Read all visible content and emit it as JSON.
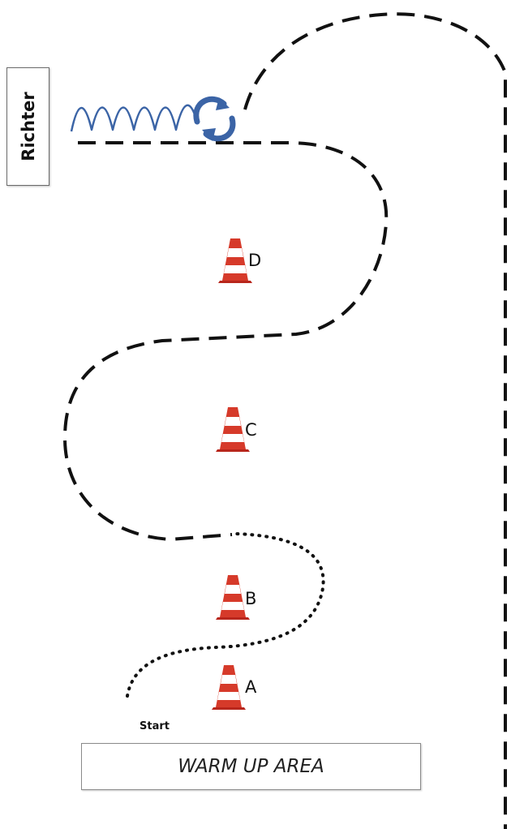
{
  "judge_label": "Richter",
  "cones": [
    {
      "letter": "D"
    },
    {
      "letter": "C"
    },
    {
      "letter": "B"
    },
    {
      "letter": "A"
    }
  ],
  "start_label": "Start",
  "warmup_label": "WARM UP AREA",
  "colors": {
    "path": "#111111",
    "wave": "#3b64a6",
    "cone_red": "#d63a2a",
    "cone_white": "#ffffff"
  }
}
